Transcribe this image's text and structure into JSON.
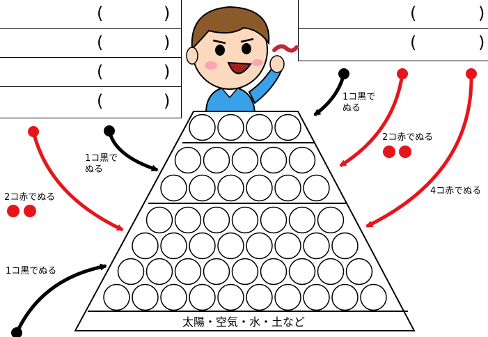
{
  "left_table": {
    "rows": [
      {
        "open": "(",
        "close": ")"
      },
      {
        "open": "(",
        "close": ")"
      },
      {
        "open": "(",
        "close": ")"
      },
      {
        "open": "(",
        "close": ")"
      }
    ]
  },
  "right_table": {
    "rows": [
      {
        "open": "(",
        "close": ")"
      },
      {
        "open": "(",
        "close": ")"
      }
    ]
  },
  "labels": {
    "black1_top": "1コ黒で",
    "black1_top_2": "ぬる",
    "black1_left": "1コ黒で",
    "black1_left_2": "ぬる",
    "red2_left": "2コ赤でぬる",
    "red2_right": "2コ赤でぬる",
    "red4_right": "4コ赤でぬる",
    "black1_bottom": "1コ黒でぬる"
  },
  "pyramid": {
    "base_label": "太陽・空気・水・土など",
    "tiers": [
      {
        "rows": [
          4
        ]
      },
      {
        "rows": [
          5,
          6
        ]
      },
      {
        "rows": [
          7,
          8,
          9,
          10
        ]
      }
    ]
  },
  "colors": {
    "red": "#e8141c",
    "black": "#000000",
    "skin": "#fbd9bf",
    "hair": "#8b5a2b",
    "shirt": "#3aa0e8"
  }
}
